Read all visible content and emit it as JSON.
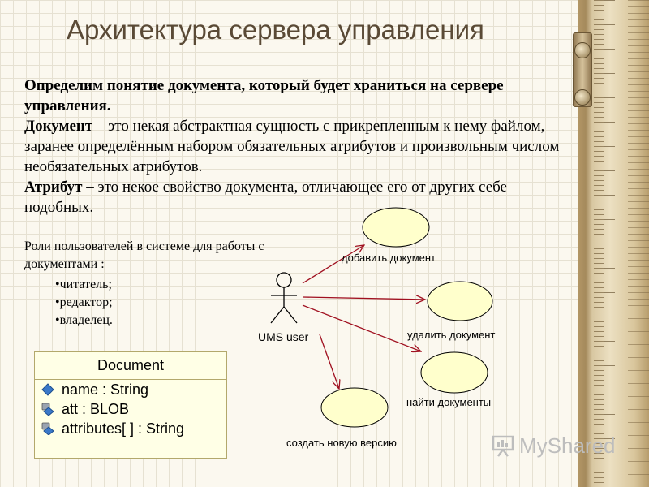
{
  "slide": {
    "title": "Архитектура сервера управления",
    "intro": {
      "line1": "Определим понятие документа, который будет храниться на сервере управления.",
      "document_term": "Документ",
      "document_def": " – это некая абстрактная сущность с прикрепленным к нему файлом, заранее определённым набором обязательных атрибутов и произвольным числом необязательных атрибутов.",
      "attribute_term": "Атрибут",
      "attribute_def": " – это некое свойство документа, отличающее его от других себе подобных."
    },
    "roles": {
      "heading": "Роли пользователей в системе для работы с документами :",
      "items": [
        "читатель;",
        "редактор;",
        "владелец."
      ]
    }
  },
  "use_case": {
    "actor": "UMS user",
    "cases": [
      "добавить документ",
      "удалить документ",
      "найти документы",
      "создать новую версию"
    ]
  },
  "class_box": {
    "name": "Document",
    "attributes": [
      "name : String",
      "att : BLOB",
      "attributes[ ] : String"
    ]
  },
  "watermark": {
    "text": "MyShared"
  },
  "colors": {
    "title": "#5a4a36",
    "ellipse_fill": "#ffffcc",
    "arrow": "#a01020",
    "class_fill": "#ffffe6"
  }
}
